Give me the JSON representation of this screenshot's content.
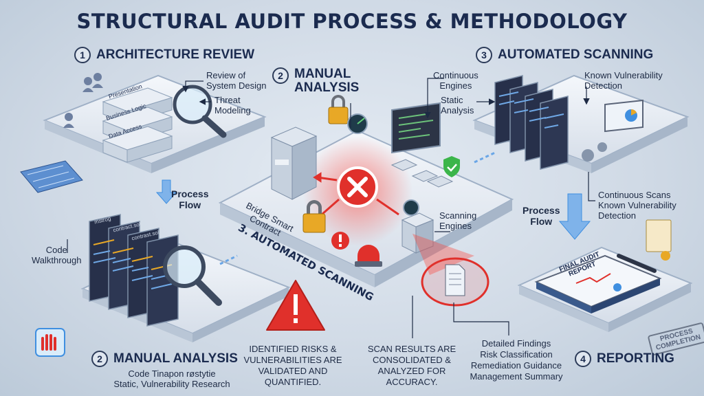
{
  "title": "STRUCTURAL AUDIT PROCESS & METHODOLOGY",
  "sections": {
    "architecture": {
      "number": "1",
      "title": "ARCHITECTURE REVIEW",
      "layers": [
        "Presentation",
        "Business Logic",
        "Data Access"
      ],
      "callout_review": "Review of\nSystem Design",
      "callout_threat": "Threat\nModeling"
    },
    "manual_top": {
      "number": "2",
      "title": "MANUAL\nANALYSIS"
    },
    "automated": {
      "number": "3",
      "title": "AUTOMATED SCANNING",
      "callout_engines": "Continuous\nEngines",
      "callout_known": "Known Vulnerability\nDetection",
      "callout_static": "Static\nAnalysis",
      "callout_scans": "Continuous Scans\nKnown Vulnerability\nDetection"
    },
    "manual_bottom": {
      "number": "2",
      "title": "MANUAL ANALYSIS",
      "subtitle": "Code Tinapon røstytie\nStatic, Vulnerability Research",
      "callout_walkthrough": "Code\nWalkthrough",
      "code_tabs": [
        "mstrog",
        "contract.sol",
        "contrast.sol"
      ]
    },
    "reporting": {
      "number": "4",
      "title": "REPORTING",
      "report_title": "FINAL AUDIT\nREPORT",
      "stamp": "PROCESS\nCOMPLETION",
      "details": "Detailed Findings\nRisk Classification\nRemediation Guidance\nManagement Summary"
    }
  },
  "center": {
    "label_contract": "Bridge Smart\nContract",
    "label_automated": "3. AUTOMATED SCANNING",
    "callout_scanning": "Scanning\nEngines"
  },
  "flow": {
    "left": "Process\nFlow",
    "right": "Process\nFlow"
  },
  "notes": {
    "risks": "IDENTIFIED RISKS &\nVULNERABILITIES ARE\nVALIDATED AND\nQUANTIFIED.",
    "results": "SCAN RESULTS ARE\nCONSOLIDATED &\nANALYZED FOR\nACCURACY."
  },
  "colors": {
    "navy": "#1b2b4f",
    "alert_red": "#e0302b",
    "accent_blue": "#3f8fe0",
    "padlock_gold": "#e8a826",
    "check_green": "#3bb54a"
  }
}
